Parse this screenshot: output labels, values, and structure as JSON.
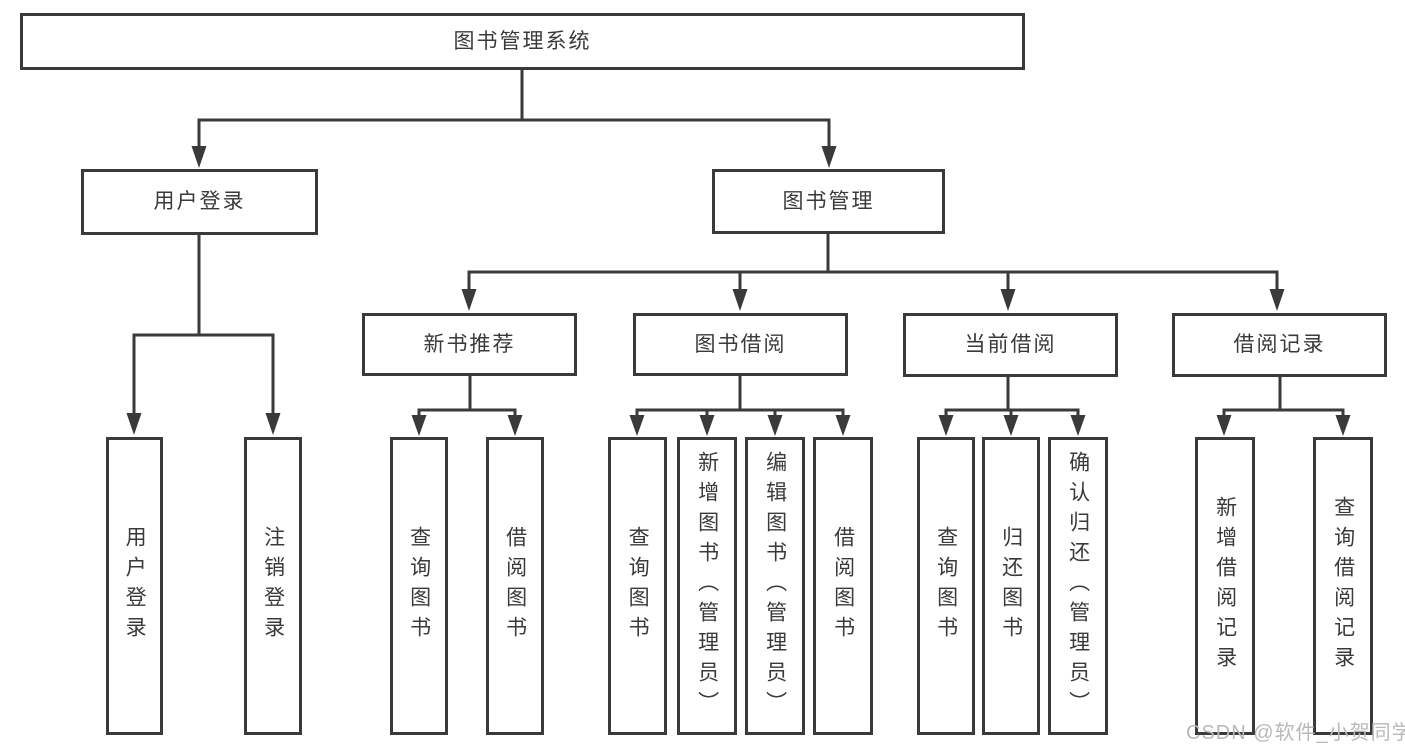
{
  "tree": {
    "label": "图书管理系统",
    "children": [
      {
        "label": "用户登录",
        "children": [
          {
            "label": "用户登录"
          },
          {
            "label": "注销登录"
          }
        ]
      },
      {
        "label": "图书管理",
        "children": [
          {
            "label": "新书推荐",
            "children": [
              {
                "label": "查询图书"
              },
              {
                "label": "借阅图书"
              }
            ]
          },
          {
            "label": "图书借阅",
            "children": [
              {
                "label": "查询图书"
              },
              {
                "label": "新增图书（管理员）"
              },
              {
                "label": "编辑图书（管理员）"
              },
              {
                "label": "借阅图书"
              }
            ]
          },
          {
            "label": "当前借阅",
            "children": [
              {
                "label": "查询图书"
              },
              {
                "label": "归还图书"
              },
              {
                "label": "确认归还（管理员）"
              }
            ]
          },
          {
            "label": "借阅记录",
            "children": [
              {
                "label": "新增借阅记录"
              },
              {
                "label": "查询借阅记录"
              }
            ]
          }
        ]
      }
    ]
  },
  "watermark": "CSDN @软件_小贺同学",
  "colors": {
    "line": "#3a3a3a",
    "text": "#3a3a3a",
    "watermark": "#b9b9b9",
    "background": "#ffffff"
  }
}
